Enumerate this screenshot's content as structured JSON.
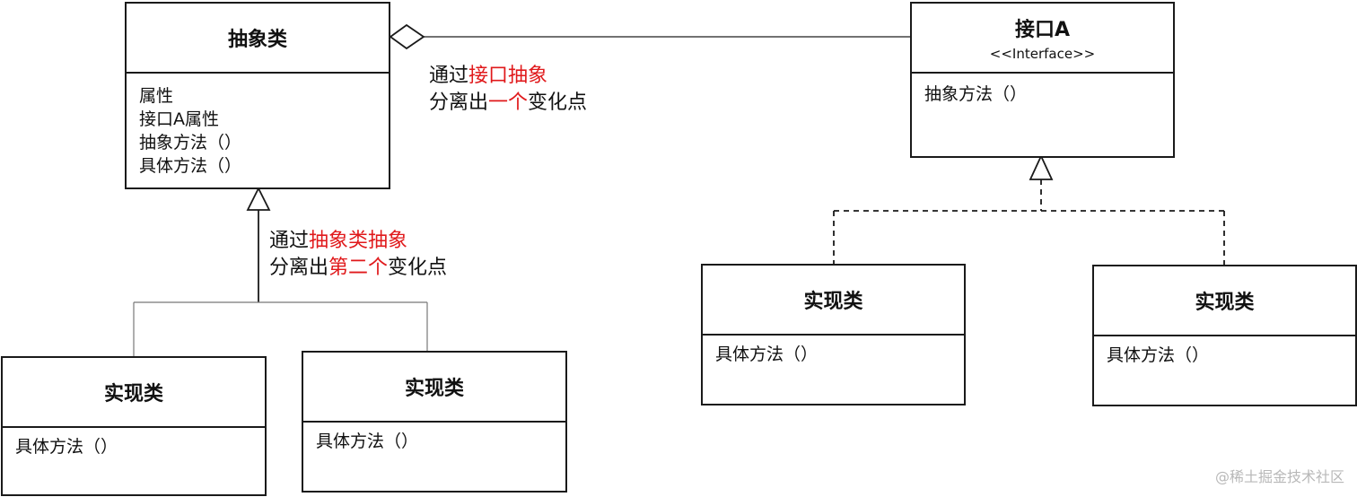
{
  "abstract_class": {
    "title": "抽象类",
    "members": [
      "属性",
      "接口A属性",
      "抽象方法（）",
      "具体方法（）"
    ]
  },
  "interface": {
    "title": "接口A",
    "stereotype": "<<Interface>>",
    "members": [
      "抽象方法（）"
    ]
  },
  "impl_classes": [
    {
      "title": "实现类",
      "method": "具体方法（）"
    },
    {
      "title": "实现类",
      "method": "具体方法（）"
    },
    {
      "title": "实现类",
      "method": "具体方法（）"
    },
    {
      "title": "实现类",
      "method": "具体方法（）"
    }
  ],
  "note_interface": {
    "l1_a": "通过",
    "l1_b": "接口抽象",
    "l2_a": "分离出",
    "l2_b": "一个",
    "l2_c": "变化点"
  },
  "note_abstract": {
    "l1_a": "通过",
    "l1_b": "抽象类抽象",
    "l2_a": "分离出",
    "l2_b": "第二个",
    "l2_c": "变化点"
  },
  "colors": {
    "line": "#1a1a1a",
    "highlight": "#e0191b",
    "watermark": "#b8b8b8"
  },
  "watermark": "@稀土掘金技术社区"
}
